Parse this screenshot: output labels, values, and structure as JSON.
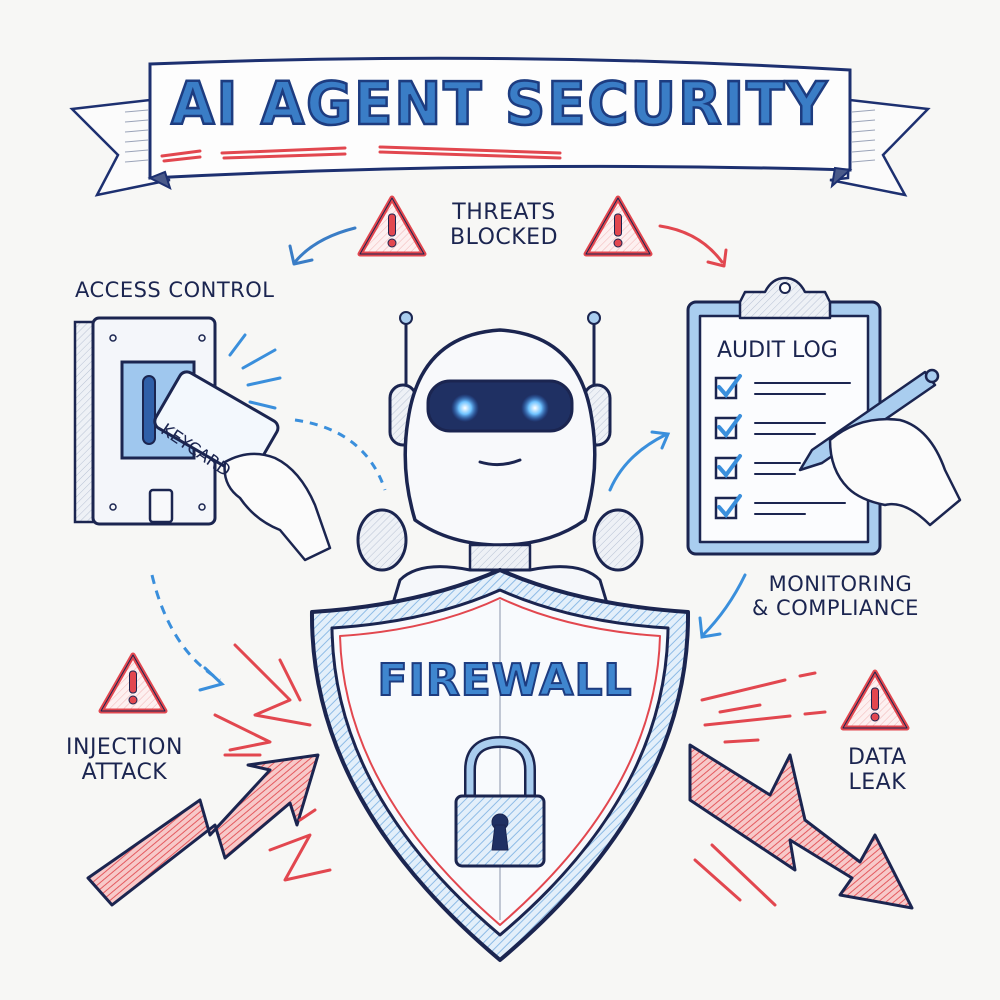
{
  "banner": {
    "title": "AI AGENT SECURITY"
  },
  "threats": {
    "label_line1": "THREATS",
    "label_line2": "BLOCKED",
    "icon": "warning-triangle-icon"
  },
  "access_control": {
    "label": "ACCESS CONTROL",
    "card_text": "KEYCARD",
    "icon": "keycard-reader-icon"
  },
  "audit_log": {
    "title": "AUDIT LOG",
    "checked_items": 4,
    "icon": "clipboard-icon"
  },
  "monitoring": {
    "label_line1": "MONITORING",
    "label_line2": "& COMPLIANCE"
  },
  "firewall": {
    "label": "FIREWALL",
    "icon": "padlock-icon"
  },
  "injection": {
    "label_line1": "INJECTION",
    "label_line2": "ATTACK",
    "icon": "warning-triangle-icon"
  },
  "data_leak": {
    "label_line1": "DATA",
    "label_line2": "LEAK",
    "icon": "warning-triangle-icon"
  },
  "colors": {
    "navy": "#1b2550",
    "blue": "#3a7dc6",
    "light_blue": "#a9cdef",
    "red": "#e2474f",
    "paper": "#f7f7f5"
  }
}
